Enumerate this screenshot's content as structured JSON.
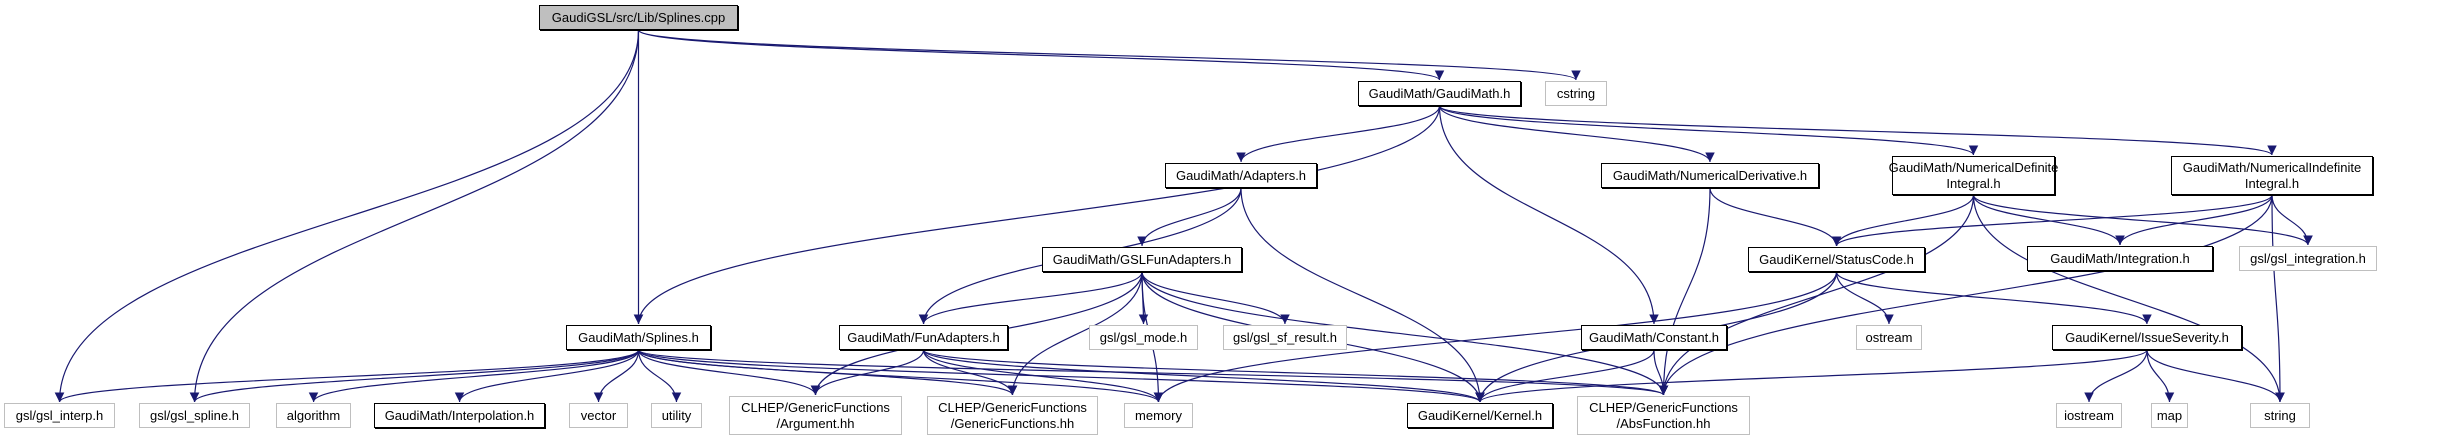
{
  "graph": {
    "title": "Include dependency graph for GaudiGSL/src/Lib/Splines.cpp",
    "edge_color": "#191970",
    "nodes": [
      {
        "id": "splines_cpp",
        "label": "GaudiGSL/src/Lib/Splines.cpp",
        "kind": "root"
      },
      {
        "id": "gaudimath_h",
        "label": "GaudiMath/GaudiMath.h",
        "kind": "internal"
      },
      {
        "id": "cstring",
        "label": "cstring",
        "kind": "external"
      },
      {
        "id": "adapters_h",
        "label": "GaudiMath/Adapters.h",
        "kind": "internal"
      },
      {
        "id": "numderiv_h",
        "label": "GaudiMath/NumericalDerivative.h",
        "kind": "internal"
      },
      {
        "id": "numdefint_h",
        "label": "GaudiMath/NumericalDefinite\nIntegral.h",
        "kind": "internal"
      },
      {
        "id": "numindefint_h",
        "label": "GaudiMath/NumericalIndefinite\nIntegral.h",
        "kind": "internal"
      },
      {
        "id": "gslfunadapters_h",
        "label": "GaudiMath/GSLFunAdapters.h",
        "kind": "internal"
      },
      {
        "id": "statuscode_h",
        "label": "GaudiKernel/StatusCode.h",
        "kind": "internal"
      },
      {
        "id": "integration_h",
        "label": "GaudiMath/Integration.h",
        "kind": "internal"
      },
      {
        "id": "gsl_integration_h",
        "label": "gsl/gsl_integration.h",
        "kind": "external"
      },
      {
        "id": "splines_h",
        "label": "GaudiMath/Splines.h",
        "kind": "internal"
      },
      {
        "id": "funadapters_h",
        "label": "GaudiMath/FunAdapters.h",
        "kind": "internal"
      },
      {
        "id": "gsl_mode_h",
        "label": "gsl/gsl_mode.h",
        "kind": "external"
      },
      {
        "id": "gsl_sf_result_h",
        "label": "gsl/gsl_sf_result.h",
        "kind": "external"
      },
      {
        "id": "constant_h",
        "label": "GaudiMath/Constant.h",
        "kind": "internal"
      },
      {
        "id": "ostream",
        "label": "ostream",
        "kind": "external"
      },
      {
        "id": "issueseverity_h",
        "label": "GaudiKernel/IssueSeverity.h",
        "kind": "internal"
      },
      {
        "id": "gsl_interp_h",
        "label": "gsl/gsl_interp.h",
        "kind": "external"
      },
      {
        "id": "gsl_spline_h",
        "label": "gsl/gsl_spline.h",
        "kind": "external"
      },
      {
        "id": "algorithm",
        "label": "algorithm",
        "kind": "external"
      },
      {
        "id": "interpolation_h",
        "label": "GaudiMath/Interpolation.h",
        "kind": "internal"
      },
      {
        "id": "vector",
        "label": "vector",
        "kind": "external"
      },
      {
        "id": "utility",
        "label": "utility",
        "kind": "external"
      },
      {
        "id": "argument_hh",
        "label": "CLHEP/GenericFunctions\n/Argument.hh",
        "kind": "external"
      },
      {
        "id": "genericfunctions_hh",
        "label": "CLHEP/GenericFunctions\n/GenericFunctions.hh",
        "kind": "external"
      },
      {
        "id": "memory",
        "label": "memory",
        "kind": "external"
      },
      {
        "id": "kernel_h",
        "label": "GaudiKernel/Kernel.h",
        "kind": "internal"
      },
      {
        "id": "absfunction_hh",
        "label": "CLHEP/GenericFunctions\n/AbsFunction.hh",
        "kind": "external"
      },
      {
        "id": "iostream",
        "label": "iostream",
        "kind": "external"
      },
      {
        "id": "map",
        "label": "map",
        "kind": "external"
      },
      {
        "id": "string",
        "label": "string",
        "kind": "external"
      }
    ],
    "edges": [
      [
        "splines_cpp",
        "gaudimath_h"
      ],
      [
        "splines_cpp",
        "cstring"
      ],
      [
        "splines_cpp",
        "splines_h"
      ],
      [
        "splines_cpp",
        "gsl_interp_h"
      ],
      [
        "splines_cpp",
        "gsl_spline_h"
      ],
      [
        "gaudimath_h",
        "adapters_h"
      ],
      [
        "gaudimath_h",
        "numderiv_h"
      ],
      [
        "gaudimath_h",
        "numdefint_h"
      ],
      [
        "gaudimath_h",
        "numindefint_h"
      ],
      [
        "gaudimath_h",
        "splines_h"
      ],
      [
        "gaudimath_h",
        "constant_h"
      ],
      [
        "adapters_h",
        "gslfunadapters_h"
      ],
      [
        "adapters_h",
        "funadapters_h"
      ],
      [
        "adapters_h",
        "kernel_h"
      ],
      [
        "numderiv_h",
        "statuscode_h"
      ],
      [
        "numderiv_h",
        "absfunction_hh"
      ],
      [
        "numdefint_h",
        "statuscode_h"
      ],
      [
        "numdefint_h",
        "integration_h"
      ],
      [
        "numdefint_h",
        "gsl_integration_h"
      ],
      [
        "numdefint_h",
        "absfunction_hh"
      ],
      [
        "numdefint_h",
        "string"
      ],
      [
        "numindefint_h",
        "statuscode_h"
      ],
      [
        "numindefint_h",
        "integration_h"
      ],
      [
        "numindefint_h",
        "gsl_integration_h"
      ],
      [
        "numindefint_h",
        "absfunction_hh"
      ],
      [
        "numindefint_h",
        "string"
      ],
      [
        "gslfunadapters_h",
        "funadapters_h"
      ],
      [
        "gslfunadapters_h",
        "gsl_mode_h"
      ],
      [
        "gslfunadapters_h",
        "gsl_sf_result_h"
      ],
      [
        "gslfunadapters_h",
        "argument_hh"
      ],
      [
        "gslfunadapters_h",
        "genericfunctions_hh"
      ],
      [
        "gslfunadapters_h",
        "memory"
      ],
      [
        "gslfunadapters_h",
        "kernel_h"
      ],
      [
        "gslfunadapters_h",
        "absfunction_hh"
      ],
      [
        "statuscode_h",
        "issueseverity_h"
      ],
      [
        "statuscode_h",
        "ostream"
      ],
      [
        "statuscode_h",
        "kernel_h"
      ],
      [
        "statuscode_h",
        "memory"
      ],
      [
        "splines_h",
        "gsl_interp_h"
      ],
      [
        "splines_h",
        "gsl_spline_h"
      ],
      [
        "splines_h",
        "algorithm"
      ],
      [
        "splines_h",
        "interpolation_h"
      ],
      [
        "splines_h",
        "vector"
      ],
      [
        "splines_h",
        "utility"
      ],
      [
        "splines_h",
        "argument_hh"
      ],
      [
        "splines_h",
        "genericfunctions_hh"
      ],
      [
        "splines_h",
        "memory"
      ],
      [
        "splines_h",
        "kernel_h"
      ],
      [
        "splines_h",
        "absfunction_hh"
      ],
      [
        "funadapters_h",
        "argument_hh"
      ],
      [
        "funadapters_h",
        "genericfunctions_hh"
      ],
      [
        "funadapters_h",
        "memory"
      ],
      [
        "funadapters_h",
        "kernel_h"
      ],
      [
        "funadapters_h",
        "absfunction_hh"
      ],
      [
        "constant_h",
        "kernel_h"
      ],
      [
        "constant_h",
        "absfunction_hh"
      ],
      [
        "issueseverity_h",
        "kernel_h"
      ],
      [
        "issueseverity_h",
        "iostream"
      ],
      [
        "issueseverity_h",
        "map"
      ],
      [
        "issueseverity_h",
        "string"
      ]
    ]
  }
}
